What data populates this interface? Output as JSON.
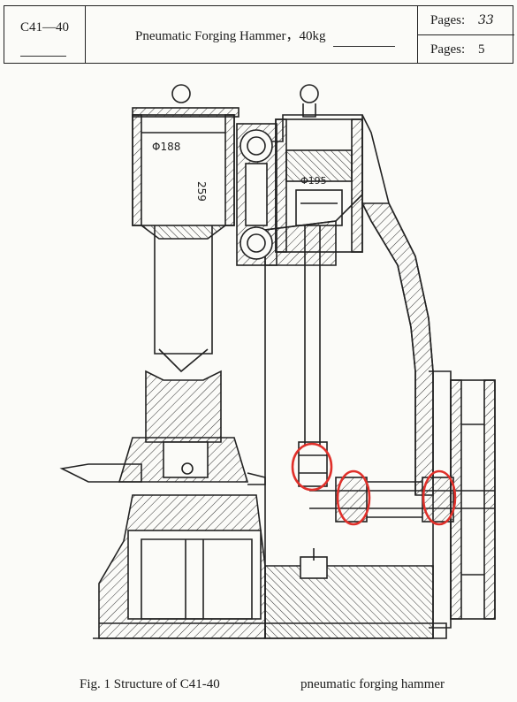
{
  "header": {
    "code": "C41—40",
    "title": "Pneumatic Forging Hammer，40kg",
    "pages_label_1": "Pages:",
    "pages_value_1": "33",
    "pages_label_2": "Pages:",
    "pages_value_2": "5"
  },
  "drawing": {
    "dimension_bore": "Φ188",
    "dimension_height": "259",
    "dimension_piston": "Φ195",
    "highlight_color": "#e0302a",
    "line_color": "#222222"
  },
  "caption": {
    "part1": "Fig. 1 Structure of C41-40",
    "part2": "pneumatic forging hammer"
  }
}
